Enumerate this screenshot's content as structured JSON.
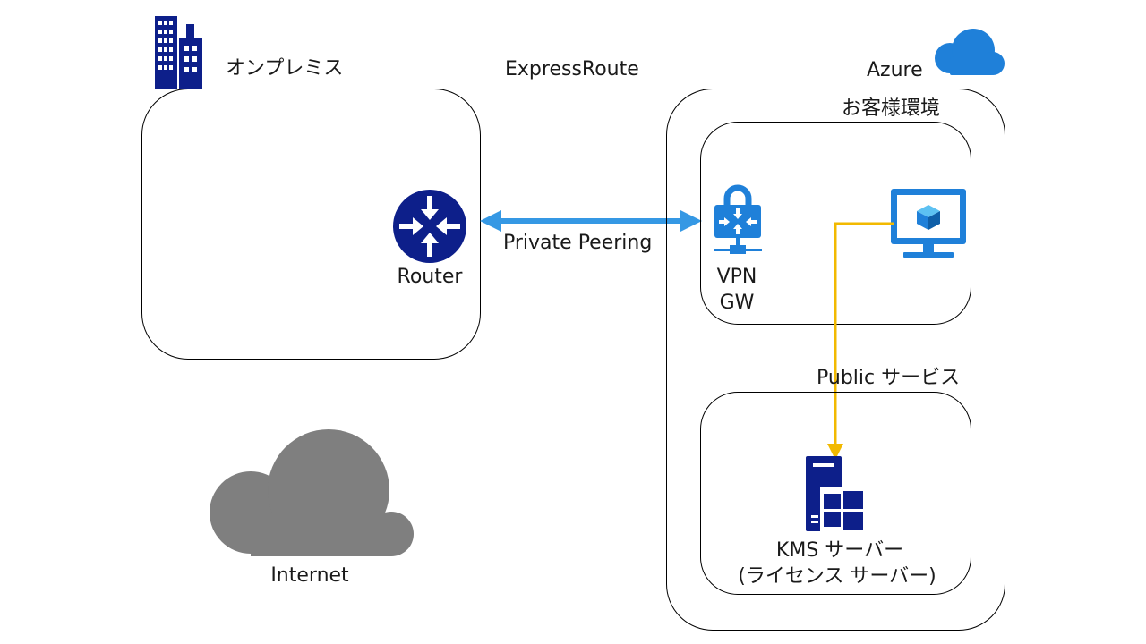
{
  "onprem": {
    "title": "オンプレミス",
    "router_label": "Router"
  },
  "expressroute": {
    "title": "ExpressRoute",
    "peering_label": "Private Peering"
  },
  "azure": {
    "title": "Azure",
    "customer_env_label": "お客様環境",
    "vpn_gw_line1": "VPN",
    "vpn_gw_line2": "GW",
    "public_services_label": "Public サービス",
    "kms_line1": "KMS サーバー",
    "kms_line2": "(ライセンス サーバー)"
  },
  "internet": {
    "label": "Internet"
  },
  "colors": {
    "navy": "#0d1f8a",
    "azure_blue": "#1f80d9",
    "peering_arrow": "#3598e4",
    "kms_route": "#f2b900",
    "internet_cloud": "#7f7f7f"
  }
}
